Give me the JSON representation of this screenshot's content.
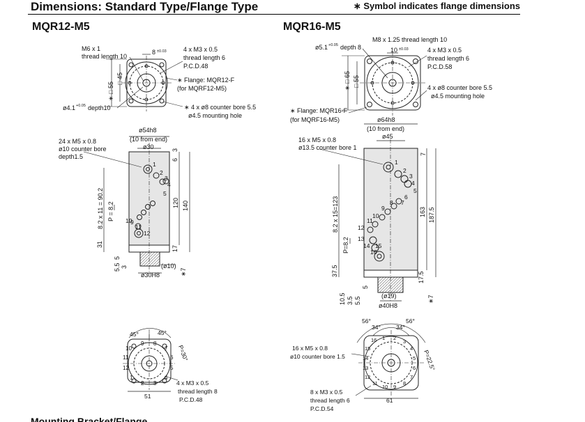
{
  "header": {
    "title": "Dimensions: Standard Type/Flange Type",
    "symbol_note": "∗ Symbol indicates flange dimensions"
  },
  "left": {
    "model": "MQR12-M5",
    "top_view": {
      "m6": "M6 x 1",
      "m6_thread": "thread length 10",
      "dim8": "8",
      "dim8_tol": "±0.03",
      "m3": "4 x M3 x 0.5",
      "m3_thread": "thread length 6",
      "m3_pcd": "P.C.D.48",
      "sq55": "∗ □ 55",
      "sq45": "□ 45",
      "phi41": "ø4.1",
      "phi41_tol": "+0.05",
      "phi41_depth": "depth10",
      "flange": "∗ Flange: MQR12-F",
      "flange_for": "(for MQRF12-M5)",
      "cbore": "∗ 4 x ø8 counter bore 5.5",
      "cbore_hole": "ø4.5 mounting hole"
    },
    "side_view": {
      "d54": "ø54h8",
      "from_end": "(10 from end)",
      "d30": "ø30",
      "m5": "24 x M5 x 0.8",
      "m5_cbore": "ø10 counter bore",
      "m5_depth": "depth1.5",
      "dim3": "3",
      "dim6": "6",
      "dim120": "120",
      "dim140": "140",
      "dim90": "8.2 x 11 = 90.2",
      "pitch": "P = 8.2",
      "dim31": "31",
      "dim17": "17",
      "dim55": "5.5",
      "dim5": "5",
      "dim3b": "3",
      "d10": "(ø10)",
      "d30h8": "ø30H8",
      "dim7": "∗7",
      "ports": [
        "1",
        "2",
        "3",
        "4",
        "5",
        "9",
        "10",
        "11",
        "12"
      ]
    },
    "bottom_view": {
      "a45a": "45°",
      "a45b": "45°",
      "p30": "P=30°",
      "m3": "4 x M3 x 0.5",
      "m3_thread": "thread length 8",
      "m3_pcd": "P.C.D.48",
      "dim51": "51",
      "ports": [
        "10",
        "11",
        "12",
        "1",
        "2",
        "3",
        "4",
        "5",
        "6",
        "7",
        "8",
        "9"
      ]
    }
  },
  "right": {
    "model": "MQR16-M5",
    "top_view": {
      "phi51": "ø5.1",
      "phi51_tol": "+0.05",
      "phi51_depth": "depth 8",
      "m8": "M8 x 1.25 thread length 10",
      "dim10": "10",
      "dim10_tol": "±0.03",
      "m3": "4 x M3 x 0.5",
      "m3_thread": "thread length 6",
      "m3_pcd": "P.C.D.58",
      "sq65": "∗ □ 65",
      "sq55": "□ 55",
      "cbore": "4 x ø8 counter bore 5.5",
      "cbore_hole": "ø4.5 mounting hole",
      "flange": "∗ Flange: MQR16-F",
      "flange_for": "(for MQRF16-M5)"
    },
    "side_view": {
      "d64": "ø64h8",
      "from_end": "(10 from end)",
      "d45": "ø45",
      "m5": "16 x M5 x 0.8",
      "m5_cbore": "ø13.5 counter bore 1",
      "dim7": "7",
      "dim163": "163",
      "dim1875": "187.5",
      "dim123": "8.2 x 15=123",
      "pitch": "P=8.2",
      "dim375": "37.5",
      "dim175": "17.5",
      "dim105": "10.5",
      "dim35": "3.5",
      "dim55": "5.5",
      "dim5": "5",
      "d19": "(ø19)",
      "d40h8": "ø40H8",
      "dim7b": "∗7",
      "ports": [
        "1",
        "2",
        "3",
        "4",
        "5",
        "6",
        "7",
        "8",
        "9",
        "10",
        "11",
        "12",
        "13",
        "14",
        "15",
        "16"
      ]
    },
    "bottom_view": {
      "a56a": "56°",
      "a34a": "34°",
      "a34b": "34°",
      "a56b": "56°",
      "p225": "P=22.5°",
      "m5": "16 x M5 x 0.8",
      "m5_cbore": "ø10 counter bore 1.5",
      "m3": "8 x M3 x 0.5",
      "m3_thread": "thread length 6",
      "m3_pcd": "P.C.D.54",
      "dim61": "61",
      "ports": [
        "16",
        "1",
        "2",
        "3",
        "4",
        "5",
        "6",
        "7",
        "8",
        "9",
        "10",
        "11",
        "12",
        "13",
        "14",
        "15"
      ]
    }
  },
  "footer_cut": "Mounting Bracket/Flange"
}
